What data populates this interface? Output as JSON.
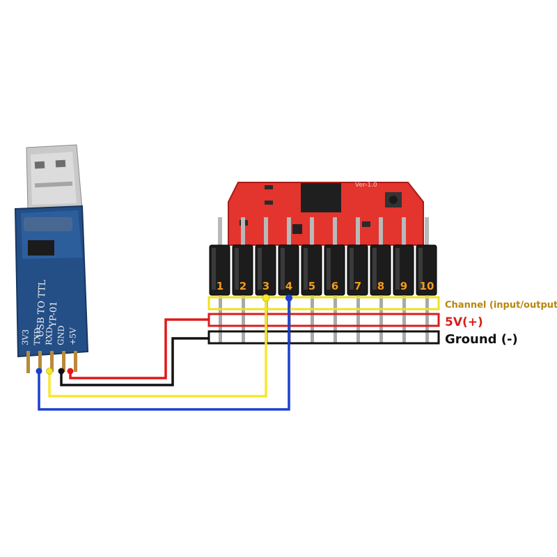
{
  "adapter": {
    "title": "USB TO TTL",
    "model": "YP-01",
    "pins": [
      "3V3",
      "TXD",
      "RXD",
      "GND",
      "+5V"
    ]
  },
  "board": {
    "channels": [
      "1",
      "2",
      "3",
      "4",
      "5",
      "6",
      "7",
      "8",
      "9",
      "10"
    ],
    "marking": "Ver-1.0"
  },
  "rows": [
    {
      "id": "channel",
      "label": "Channel (input/output)",
      "color": "#b8860b",
      "box_color": "#eee220"
    },
    {
      "id": "vcc",
      "label": "5V(+)",
      "color": "#d81e1e",
      "box_color": "#d81e1e"
    },
    {
      "id": "gnd",
      "label": "Ground (-)",
      "color": "#111111",
      "box_color": "#111111"
    }
  ],
  "wires": [
    {
      "from": "TXD",
      "to_channel": "4",
      "color": "#1a3fd0"
    },
    {
      "from": "RXD",
      "to_channel": "3",
      "color": "#f5e82a"
    },
    {
      "from": "GND",
      "to": "Ground (-)",
      "color": "#111111"
    },
    {
      "from": "+5V",
      "to": "5V(+)",
      "color": "#e01818"
    }
  ]
}
